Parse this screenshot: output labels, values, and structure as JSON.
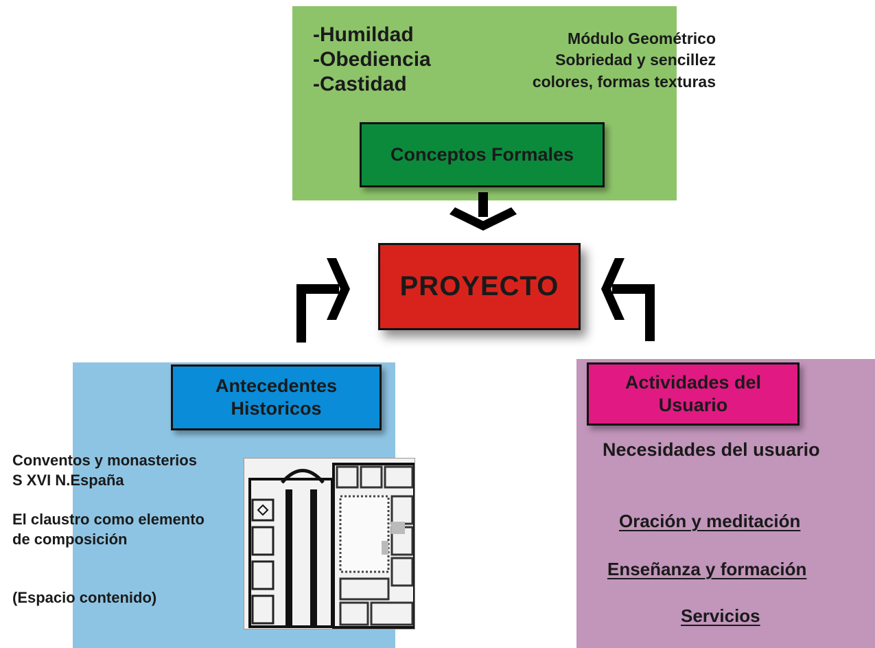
{
  "top": {
    "virtues": [
      "-Humildad",
      "-Obediencia",
      "-Castidad"
    ],
    "concepts": [
      "Módulo Geométrico",
      "Sobriedad y sencillez",
      "colores, formas texturas"
    ],
    "box_label": "Conceptos Formales"
  },
  "center": {
    "label": "PROYECTO"
  },
  "left": {
    "box_label_lines": [
      "Antecedentes",
      "Historicos"
    ],
    "texts": [
      "Conventos y monasterios",
      "S XVI N.España",
      "El claustro como elemento",
      "de composición",
      "(Espacio contenido)"
    ]
  },
  "right": {
    "box_label_lines": [
      "Actividades del",
      "Usuario"
    ],
    "heading": "Necesidades del usuario",
    "activities": [
      "Oración y meditación",
      "Enseñanza y formación",
      "Servicios"
    ]
  },
  "colors": {
    "green_panel": "#8dc46a",
    "green_box": "#0b8a3c",
    "red_box": "#d8231c",
    "blue_panel": "#8ec4e3",
    "blue_box": "#0a8cd8",
    "purple_panel": "#c295bb",
    "magenta_box": "#e01a82"
  },
  "icons": {
    "down_arrow": "down-arrow-icon",
    "left_arrow": "right-pointing-bent-arrow-icon",
    "right_arrow": "left-pointing-bent-arrow-icon",
    "plan_image": "floor-plan-image"
  }
}
